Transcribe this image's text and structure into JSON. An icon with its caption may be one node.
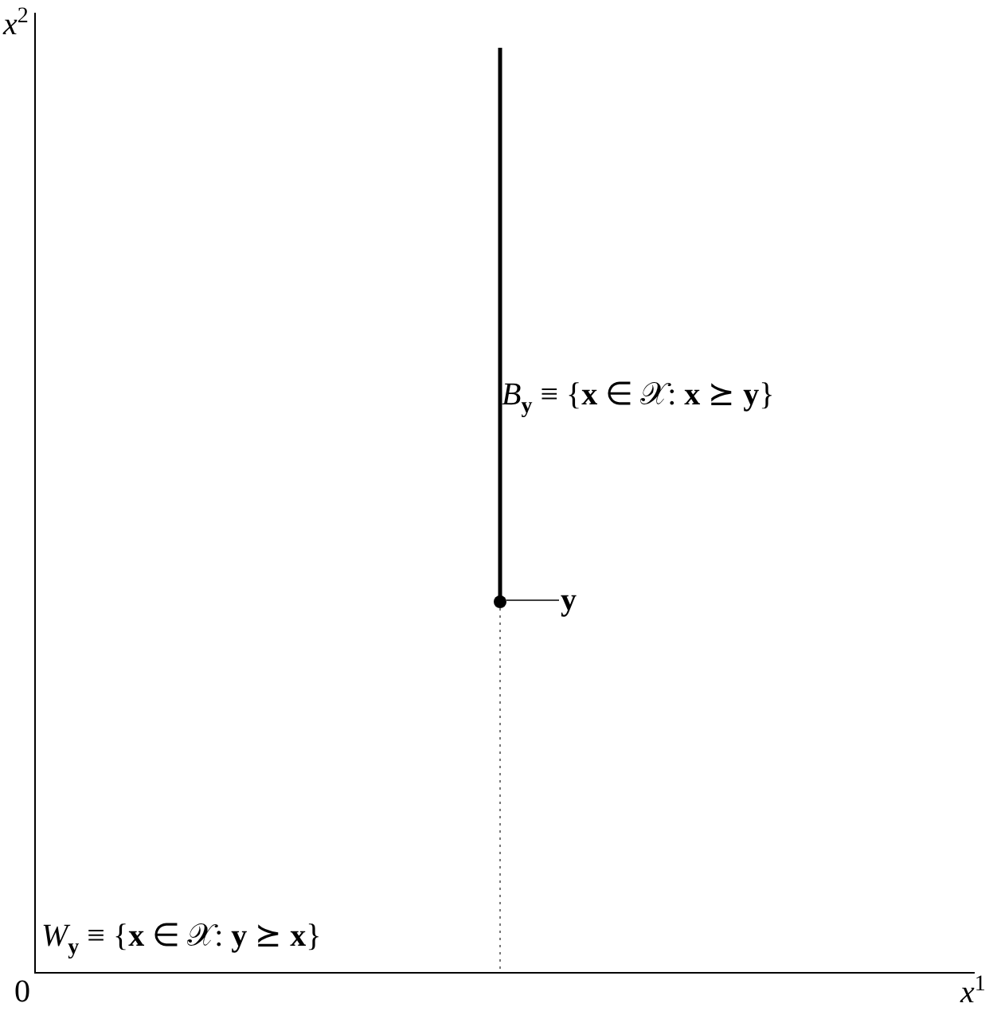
{
  "diagram": {
    "nodes": [
      {
        "text": [
          "**y**"
        ]
      },
      {
        "text": [],
        "shape": "circle"
      }
    ],
    "edges": [
      {
        "from": 0,
        "to": 1,
        "arrow": "none"
      }
    ],
    "labels": [
      "*x*$^{2}$",
      "*B*$_{y}$ ≡ {**x** ∈ 𝒳: **x** ⪰ **y**}",
      "*W*$_{y}$ ≡ {**x** ∈ 𝒳: **y** ⪰ **x**}",
      "0",
      "*x*$^{1}$"
    ]
  }
}
